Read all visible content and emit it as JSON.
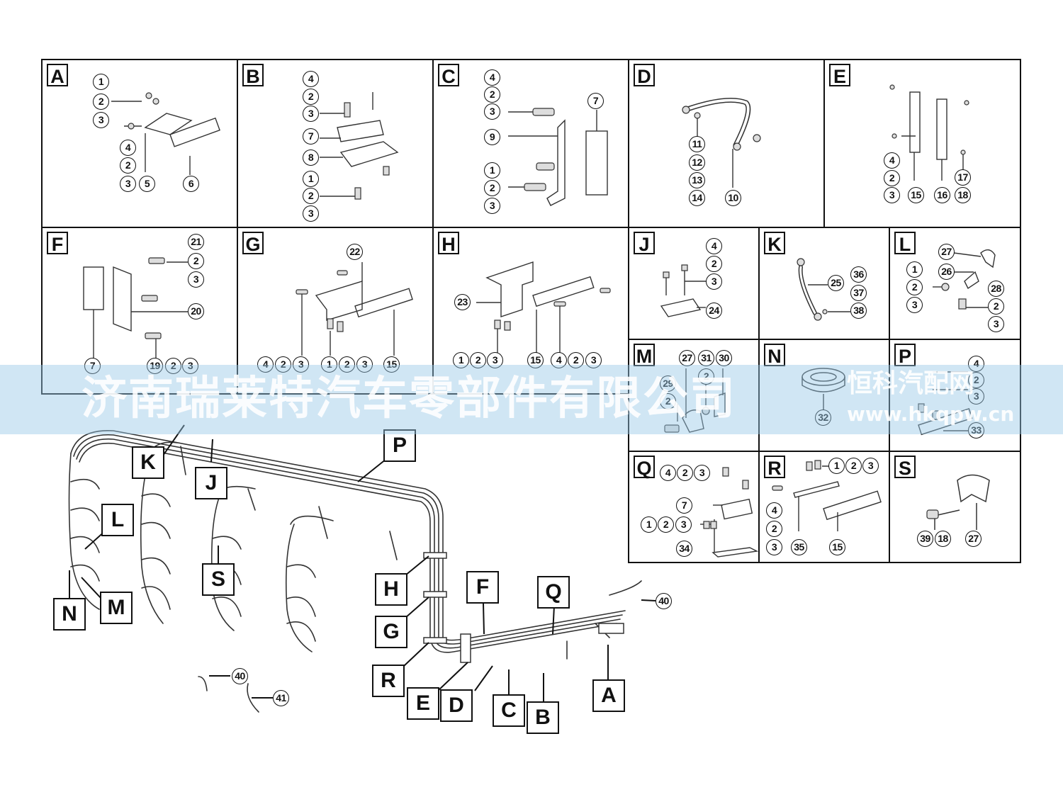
{
  "panels": [
    {
      "id": "A",
      "bubbles": [
        "1",
        "2",
        "3",
        "4",
        "2",
        "3",
        "5",
        "6"
      ]
    },
    {
      "id": "B",
      "bubbles": [
        "4",
        "2",
        "3",
        "7",
        "8",
        "1",
        "2",
        "3"
      ]
    },
    {
      "id": "C",
      "bubbles": [
        "4",
        "2",
        "3",
        "7",
        "9",
        "1",
        "2",
        "3"
      ]
    },
    {
      "id": "D",
      "bubbles": [
        "11",
        "12",
        "13",
        "14",
        "10"
      ]
    },
    {
      "id": "E",
      "bubbles": [
        "4",
        "2",
        "3",
        "15",
        "16",
        "17",
        "18"
      ]
    },
    {
      "id": "F",
      "bubbles": [
        "21",
        "2",
        "3",
        "20",
        "7",
        "19",
        "2",
        "3"
      ]
    },
    {
      "id": "G",
      "bubbles": [
        "22",
        "4",
        "2",
        "3",
        "1",
        "2",
        "3",
        "15"
      ]
    },
    {
      "id": "H",
      "bubbles": [
        "23",
        "1",
        "2",
        "3",
        "15",
        "4",
        "2",
        "3"
      ]
    },
    {
      "id": "J",
      "bubbles": [
        "4",
        "2",
        "3",
        "24"
      ]
    },
    {
      "id": "K",
      "bubbles": [
        "25",
        "36",
        "37",
        "38"
      ]
    },
    {
      "id": "L",
      "bubbles": [
        "27",
        "26",
        "1",
        "2",
        "3",
        "28",
        "2",
        "3"
      ]
    },
    {
      "id": "M",
      "bubbles": [
        "27",
        "31",
        "30",
        "2",
        "29",
        "2"
      ]
    },
    {
      "id": "N",
      "bubbles": [
        "32"
      ]
    },
    {
      "id": "P",
      "bubbles": [
        "4",
        "2",
        "3",
        "33"
      ]
    },
    {
      "id": "Q",
      "bubbles": [
        "4",
        "2",
        "3",
        "7",
        "1",
        "2",
        "3",
        "34"
      ]
    },
    {
      "id": "R",
      "bubbles": [
        "1",
        "2",
        "3",
        "4",
        "2",
        "3",
        "35",
        "15"
      ]
    },
    {
      "id": "S",
      "bubbles": [
        "39",
        "18",
        "27"
      ]
    }
  ],
  "callouts": [
    "K",
    "J",
    "P",
    "L",
    "S",
    "N",
    "M",
    "H",
    "F",
    "Q",
    "G",
    "R",
    "E",
    "D",
    "C",
    "B",
    "A"
  ],
  "part_bubbles": [
    "40",
    "40",
    "41"
  ],
  "watermark": {
    "company": "济南瑞莱特汽车零部件有限公司",
    "site_name": "恒科汽配网",
    "site_url": "www.hkqpw.cn"
  }
}
